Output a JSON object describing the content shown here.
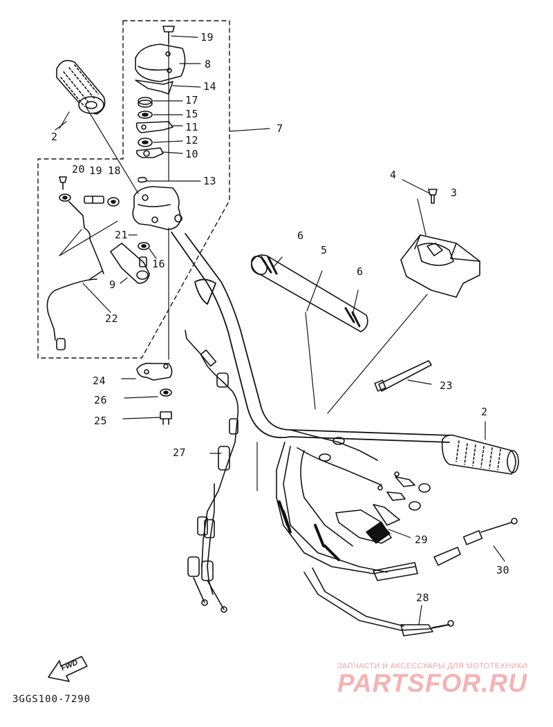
{
  "diagram_code": "3GGS100-7290",
  "direction_marker": "FWD",
  "watermark": {
    "tagline": "ЗАПЧАСТИ И АКСЕССУАРЫ ДЛЯ МОТОТЕХНИКИ",
    "logo": "PARTSFOR.RU"
  },
  "callouts": {
    "c19a": "19",
    "c8": "8",
    "c14": "14",
    "c17": "17",
    "c15": "15",
    "c11": "11",
    "c12": "12",
    "c10": "10",
    "c7": "7",
    "c13": "13",
    "c2a": "2",
    "c20": "20",
    "c19b": "19",
    "c18": "18",
    "c21": "21",
    "c16": "16",
    "c9": "9",
    "c22": "22",
    "c4": "4",
    "c3": "3",
    "c6a": "6",
    "c5": "5",
    "c6b": "6",
    "c24": "24",
    "c26": "26",
    "c25": "25",
    "c27": "27",
    "c23": "23",
    "c2b": "2",
    "c29": "29",
    "c30": "30",
    "c28": "28"
  }
}
